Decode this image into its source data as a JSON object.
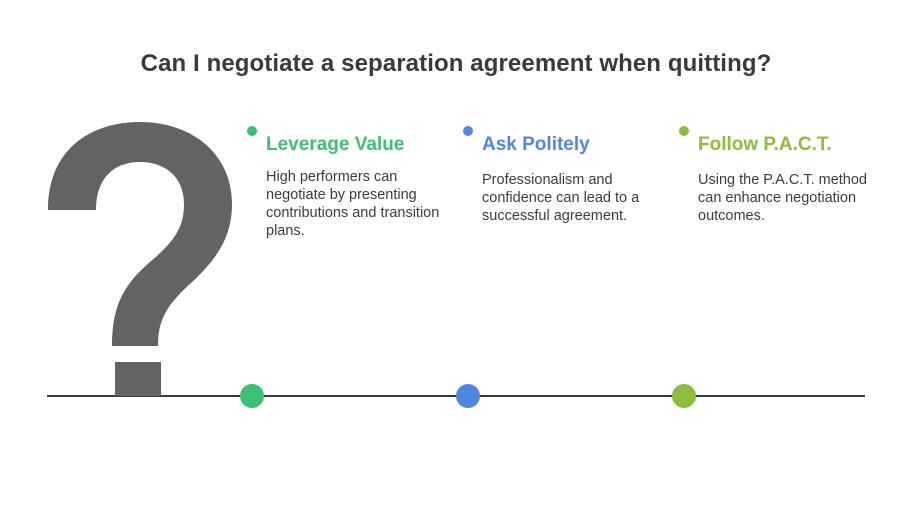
{
  "title": "Can I negotiate a separation agreement when quitting?",
  "steps": [
    {
      "heading": "Leverage Value",
      "description": "High performers can negotiate by presenting contributions and transition plans.",
      "color": "#3dbf75"
    },
    {
      "heading": "Ask Politely",
      "description": "Professionalism and confidence can lead to a successful agreement.",
      "color": "#4f87e0"
    },
    {
      "heading": "Follow P.A.C.T.",
      "description": "Using the P.A.C.T. method can enhance negotiation outcomes.",
      "color": "#8fbc3a"
    }
  ],
  "colors": {
    "line": "#3a3a3a",
    "question_mark": "#636363",
    "text": "#3c3c3c"
  },
  "icons": {
    "main": "question-mark-icon"
  }
}
